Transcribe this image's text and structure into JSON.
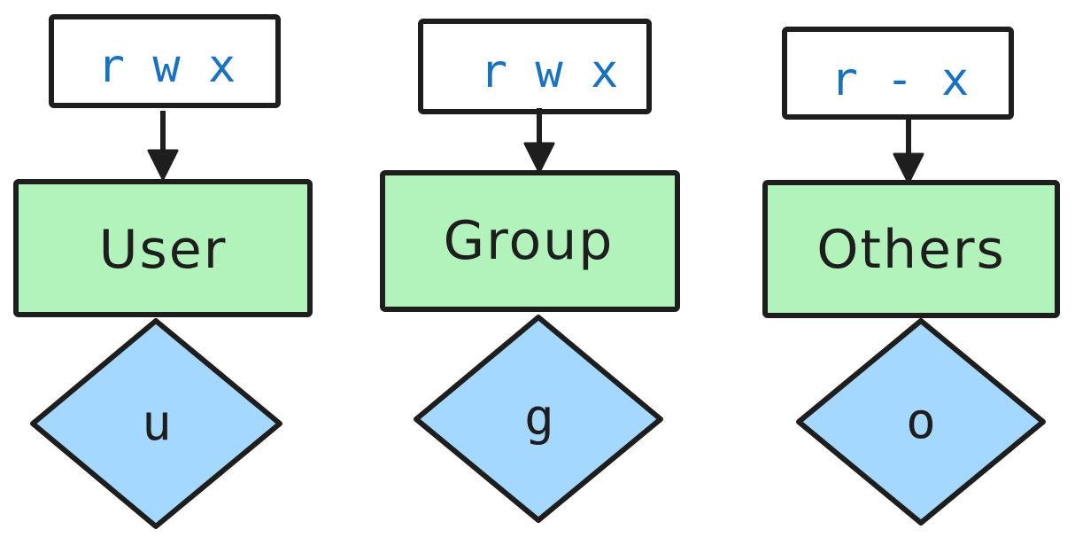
{
  "colors": {
    "stroke": "#1e1e1e",
    "role_fill": "#b2f2bb",
    "letter_fill": "#a5d8ff",
    "perm_text": "#1971c2",
    "text": "#1e1e1e"
  },
  "columns": [
    {
      "permission": "r w x",
      "role": "User",
      "letter": "u"
    },
    {
      "permission": "r w x",
      "role": "Group",
      "letter": "g"
    },
    {
      "permission": "r - x",
      "role": "Others",
      "letter": "o"
    }
  ]
}
